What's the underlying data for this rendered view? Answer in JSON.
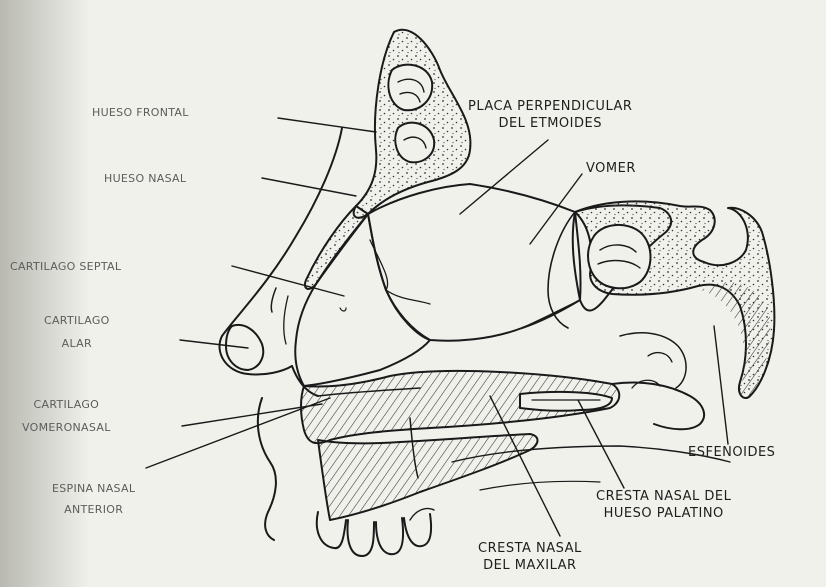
{
  "diagram": {
    "labels": {
      "hueso_frontal": "HUESO FRONTAL",
      "hueso_nasal": "HUESO NASAL",
      "cartilago_septal": "CARTILAGO SEPTAL",
      "cartilago_alar_1": "CARTILAGO",
      "cartilago_alar_2": "ALAR",
      "cartilago_vomeronasal_1": "CARTILAGO",
      "cartilago_vomeronasal_2": "VOMERONASAL",
      "espina_nasal_1": "ESPINA NASAL",
      "espina_nasal_2": "ANTERIOR",
      "placa_1": "PLACA PERPENDICULAR",
      "placa_2": "DEL ETMOIDES",
      "vomer": "VOMER",
      "esfenoides": "ESFENOIDES",
      "cresta_palatino_1": "CRESTA NASAL DEL",
      "cresta_palatino_2": "HUESO PALATINO",
      "cresta_maxilar_1": "CRESTA NASAL",
      "cresta_maxilar_2": "DEL MAXILAR"
    }
  }
}
